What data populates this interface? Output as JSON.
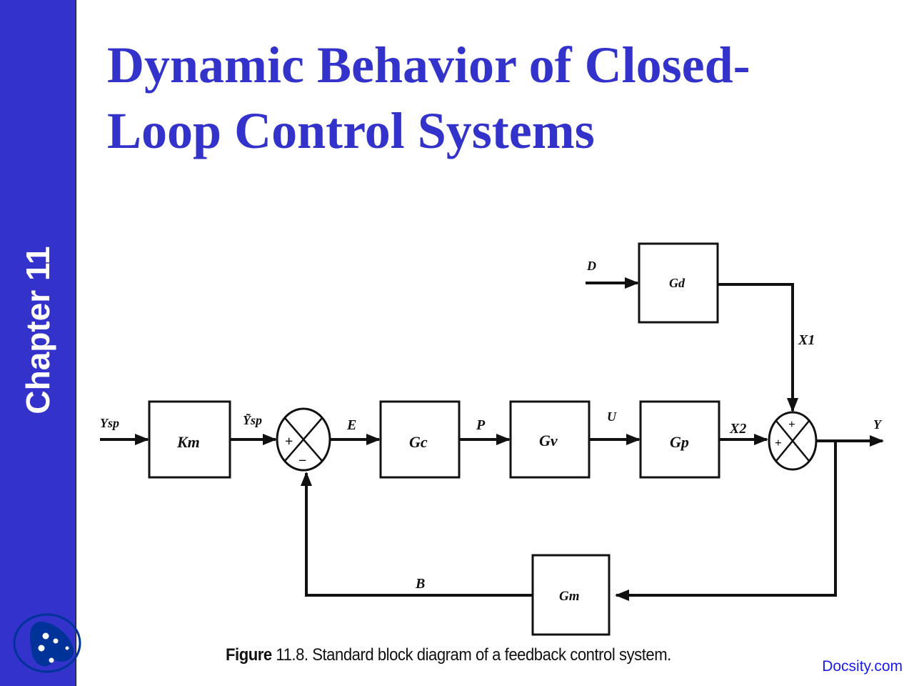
{
  "sidebar": {
    "chapter_label": "Chapter 11",
    "background_color": "#3333cc",
    "logo_icon": "leaf-logo-icon"
  },
  "slide": {
    "title_line1": "Dynamic Behavior of Closed-",
    "title_line2": "Loop Control Systems",
    "title_color": "#3333cc"
  },
  "diagram": {
    "blocks": {
      "km": "Km",
      "gc": "Gc",
      "gv": "Gv",
      "gp": "Gp",
      "gd": "Gd",
      "gm": "Gm"
    },
    "signals": {
      "ysp": "Ysp",
      "ysp_tilde": "Ỹsp",
      "e": "E",
      "p": "P",
      "u": "U",
      "x2": "X2",
      "x1": "X1",
      "d": "D",
      "y": "Y",
      "b": "B"
    },
    "comparator_signs": {
      "left_plus": "+",
      "bottom_minus": "−",
      "top_plus": "+",
      "left2_plus": "+"
    }
  },
  "caption": {
    "lead": "Figure",
    "text": " 11.8.  Standard block diagram of a feedback control system."
  },
  "watermark": "Docsity.com"
}
